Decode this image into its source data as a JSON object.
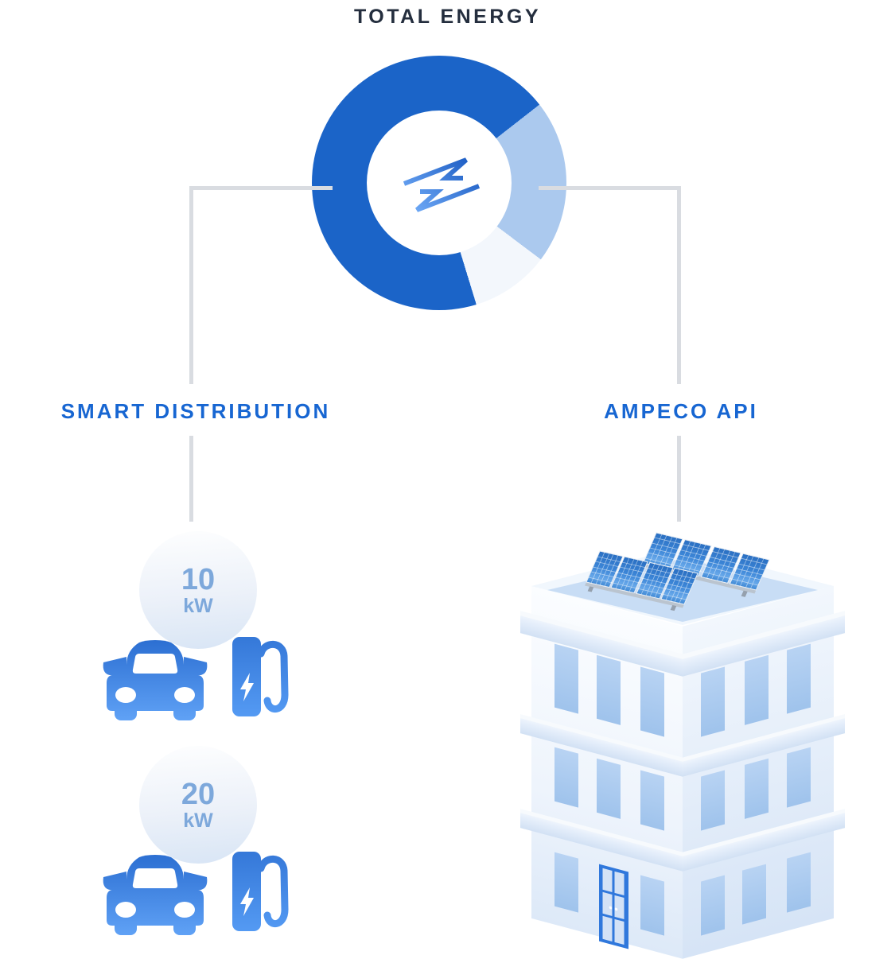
{
  "title": "TOTAL ENERGY",
  "center_icon": "lightning-bolt",
  "branches": {
    "left": {
      "label": "SMART DISTRIBUTION",
      "stations": [
        {
          "power": "10",
          "unit": "kW"
        },
        {
          "power": "20",
          "unit": "kW"
        }
      ]
    },
    "right": {
      "label": "AMPECO API",
      "illustration": "building-with-solar-panels"
    }
  },
  "chart_data": {
    "type": "pie",
    "subtype": "donut",
    "title": "TOTAL ENERGY",
    "center_icon": "lightning-bolt",
    "start_angle_deg": 163,
    "hole_ratio": 0.57,
    "legend": "none",
    "segments": [
      {
        "name": "segment-dark-blue",
        "angle_deg": 249,
        "percent": 69.2,
        "color": "#1b64c8"
      },
      {
        "name": "segment-light-blue",
        "angle_deg": 75,
        "percent": 20.8,
        "color": "#abc9ee"
      },
      {
        "name": "segment-pale",
        "angle_deg": 36,
        "percent": 10.0,
        "color": "#f3f7fc"
      }
    ]
  },
  "colors": {
    "accent_blue": "#1b64c8",
    "light_slice_blue": "#abc9ee",
    "pale_slice": "#f3f7fc",
    "label_blue": "#1766d2",
    "title_navy": "#242e3e",
    "connector_gray": "#d9dce1",
    "badge_value_blue": "#7da8db",
    "icon_blue_gradient_top": "#2c6fd2",
    "icon_blue_gradient_bottom": "#60a2f6"
  }
}
